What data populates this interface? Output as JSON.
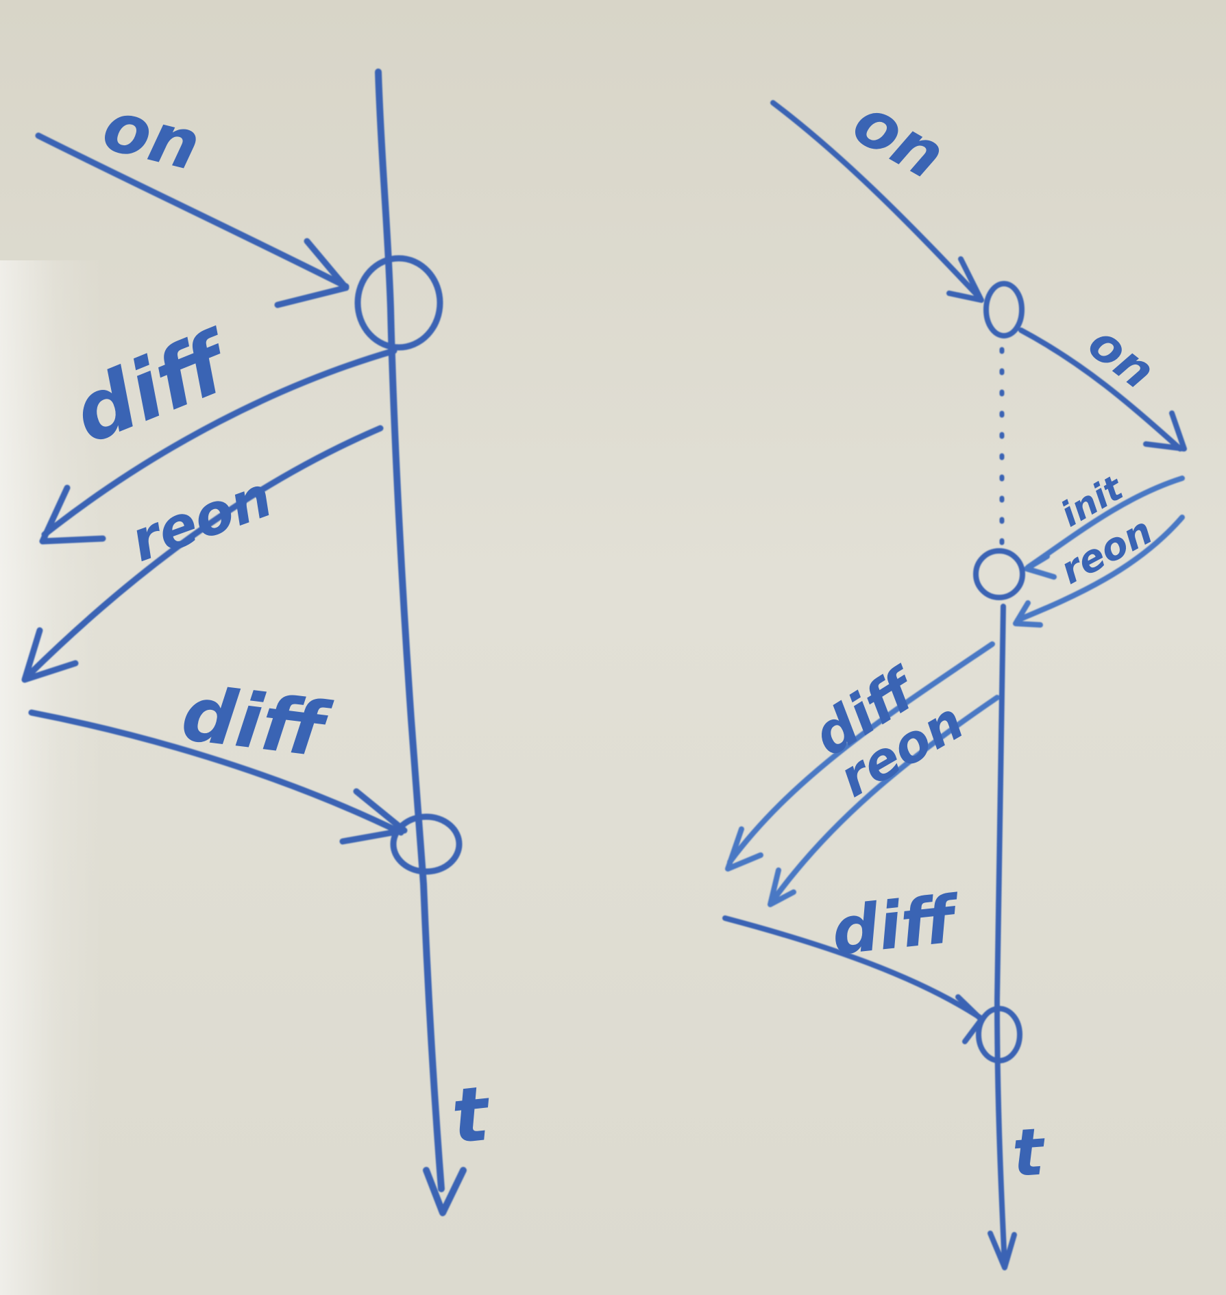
{
  "colors": {
    "ink": "#3a64b4",
    "ink_light": "#4a78c4",
    "board": "#dcd9cc"
  },
  "left_diagram": {
    "on_label": "on",
    "diff_top_label": "diff",
    "reon_label": "reon",
    "diff_bottom_label": "diff",
    "time_label": "t"
  },
  "right_diagram": {
    "on_in_label": "on",
    "on_out_label": "on",
    "init_label": "init",
    "reon_return_label": "reon",
    "diff_top_label": "diff",
    "reon_label": "reon",
    "diff_bottom_label": "diff",
    "time_label": "t"
  }
}
